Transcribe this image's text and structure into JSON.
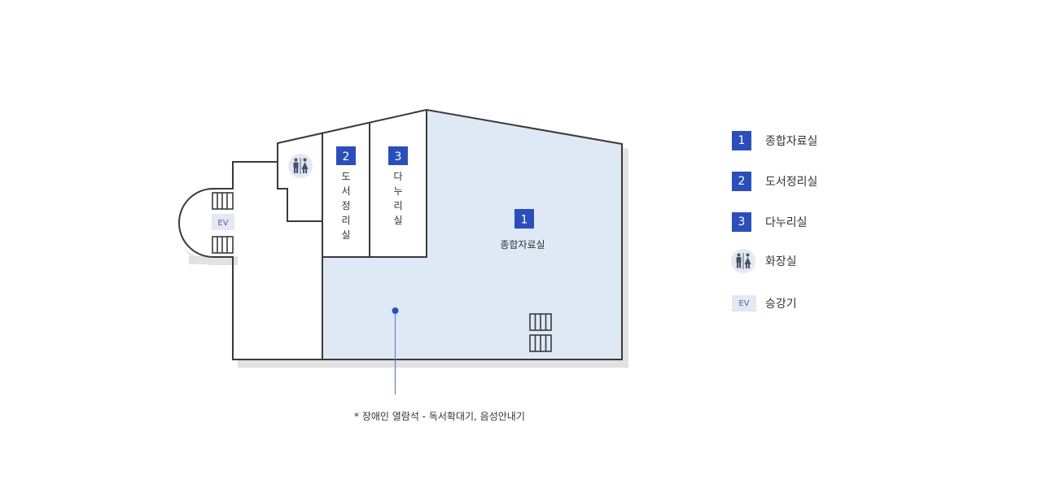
{
  "rooms": [
    {
      "number": "1",
      "name": "종합자료실",
      "name_chars": []
    },
    {
      "number": "2",
      "name": "도서정리실",
      "name_chars": [
        "도",
        "서",
        "정",
        "리",
        "실"
      ]
    },
    {
      "number": "3",
      "name": "다누리실",
      "name_chars": [
        "다",
        "누",
        "리",
        "실"
      ]
    }
  ],
  "elevator_label": "EV",
  "legend": [
    {
      "type": "number",
      "badge": "1",
      "label": "종합자료실"
    },
    {
      "type": "number",
      "badge": "2",
      "label": "도서정리실"
    },
    {
      "type": "number",
      "badge": "3",
      "label": "다누리실"
    },
    {
      "type": "toilet",
      "icon": "restroom-icon",
      "label": "화장실"
    },
    {
      "type": "elevator",
      "badge": "EV",
      "label": "승강기"
    }
  ],
  "footnote": "* 장애인 열람석 - 독서확대기, 음성안내기",
  "colors": {
    "badge": "#2a4fbb",
    "room_fill": "#dfe9f6",
    "wall": "#3a3a3a",
    "shadow": "#e2e2e2",
    "toilet_bg": "#e3e8f1",
    "icon": "#46526c",
    "ev_bg": "#e3e8f3",
    "marker": "#2a4fbb",
    "leader": "#5b86c9"
  }
}
